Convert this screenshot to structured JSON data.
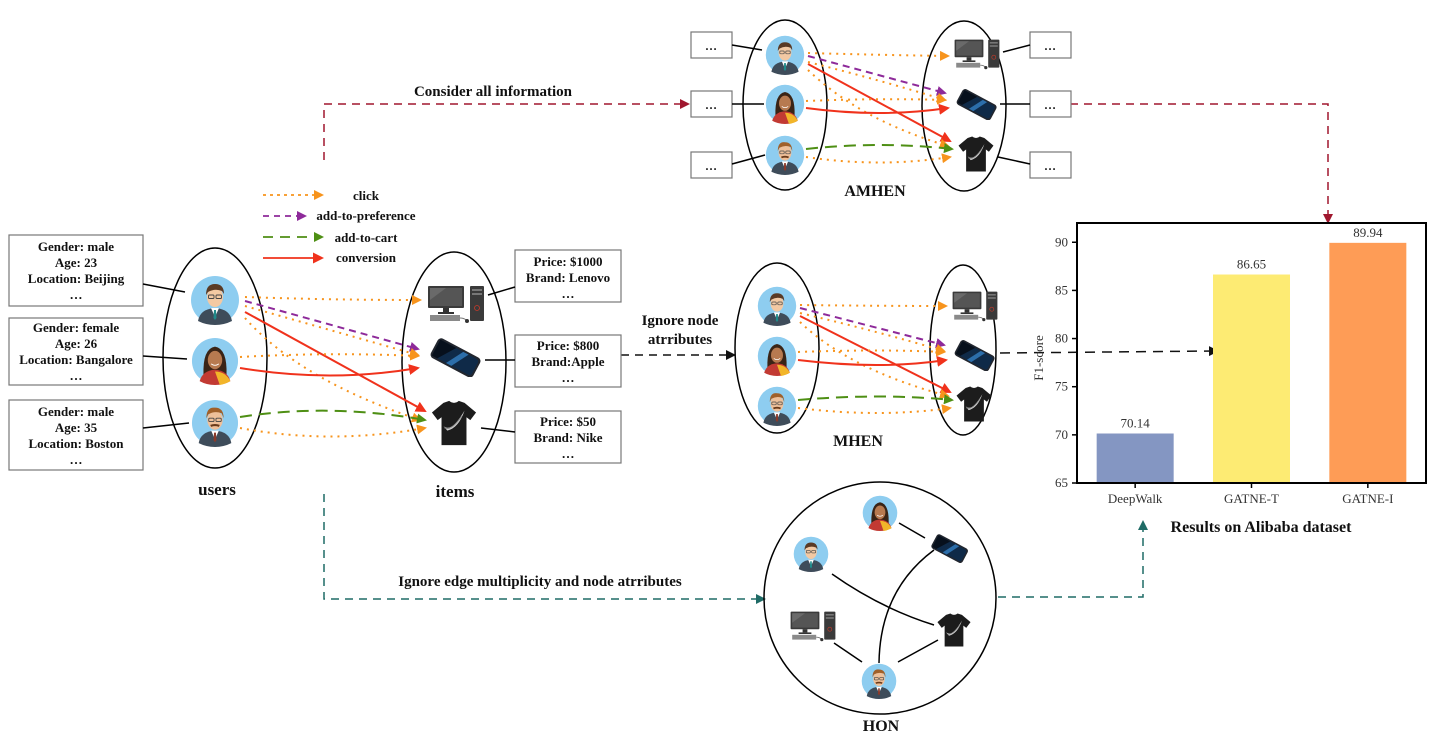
{
  "colors": {
    "click": "#f7941d",
    "preference": "#8e2a9a",
    "cart": "#4e8f14",
    "conversion": "#f0321c",
    "amhen_flow": "#a0172e",
    "hon_flow": "#1f6b66",
    "mhen_flow": "#111111",
    "avatar_bg": "#8ecdf0"
  },
  "legend": {
    "items": [
      {
        "key": "click",
        "label": "click",
        "style": "dotted"
      },
      {
        "key": "preference",
        "label": "add-to-preference",
        "style": "dashed"
      },
      {
        "key": "cart",
        "label": "add-to-cart",
        "style": "long-dashed"
      },
      {
        "key": "conversion",
        "label": "conversion",
        "style": "solid"
      }
    ]
  },
  "users": {
    "title": "users",
    "nodes": [
      {
        "icon": "male-user-glasses-icon",
        "attributes": [
          "Gender: male",
          "Age: 23",
          "Location: Beijing",
          "…"
        ]
      },
      {
        "icon": "female-user-icon",
        "attributes": [
          "Gender: female",
          "Age: 26",
          "Location: Bangalore",
          "…"
        ]
      },
      {
        "icon": "male-user-mustache-icon",
        "attributes": [
          "Gender: male",
          "Age: 35",
          "Location: Boston",
          "…"
        ]
      }
    ]
  },
  "items": {
    "title": "items",
    "nodes": [
      {
        "icon": "desktop-computer-icon",
        "attributes": [
          "Price: $1000",
          "Brand: Lenovo",
          "…"
        ]
      },
      {
        "icon": "smartphone-icon",
        "attributes": [
          "Price: $800",
          "Brand:Apple",
          "…"
        ]
      },
      {
        "icon": "tshirt-icon",
        "attributes": [
          "Price: $50",
          "Brand: Nike",
          "…"
        ]
      }
    ]
  },
  "flows": {
    "amhen": "Consider all information",
    "mhen_line1": "Ignore node",
    "mhen_line2": "atrributes",
    "hon": "Ignore edge multiplicity and node atrributes"
  },
  "networks": {
    "amhen": {
      "title": "AMHEN",
      "placeholder": "…"
    },
    "mhen": {
      "title": "MHEN"
    },
    "hon": {
      "title": "HON"
    }
  },
  "chart_data": {
    "type": "bar",
    "title": "Results on Alibaba dataset",
    "xlabel": "",
    "ylabel": "F1-score",
    "categories": [
      "DeepWalk",
      "GATNE-T",
      "GATNE-I"
    ],
    "values": [
      70.14,
      86.65,
      89.94
    ],
    "value_labels": [
      "70.14",
      "86.65",
      "89.94"
    ],
    "bar_colors": [
      "#8496c2",
      "#fdeb73",
      "#fe9c56"
    ],
    "ylim": [
      65,
      92
    ],
    "yticks": [
      65,
      70,
      75,
      80,
      85,
      90
    ],
    "grid": false,
    "legend": "none"
  }
}
